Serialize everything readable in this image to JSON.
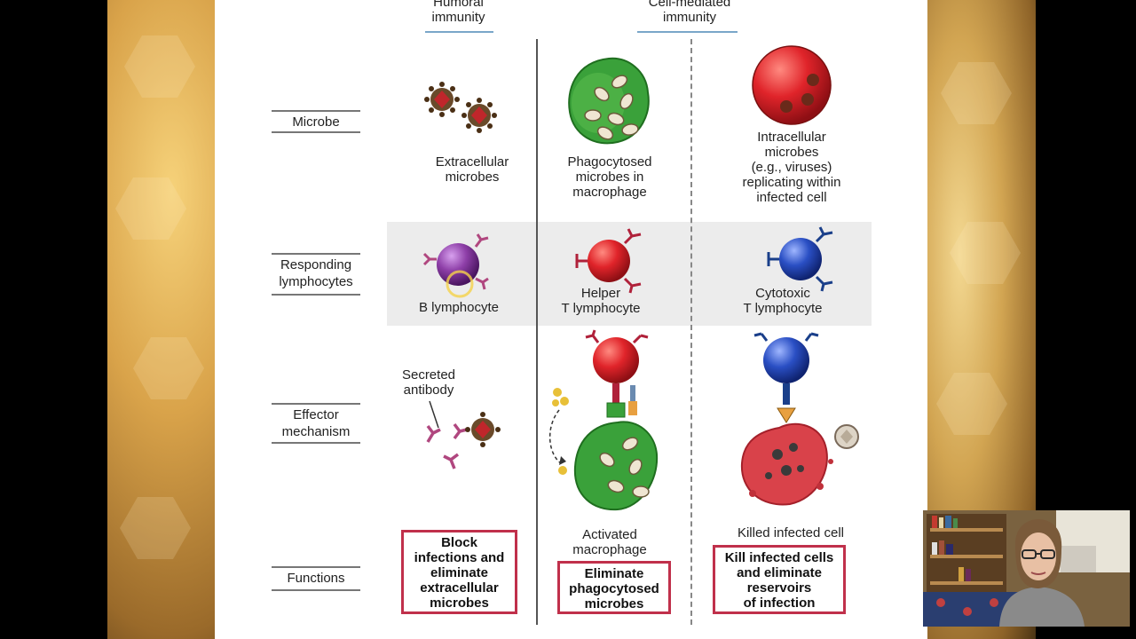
{
  "columns": {
    "humoral": "Humoral\nimmunity",
    "cell_mediated": "Cell-mediated\nimmunity"
  },
  "rows": {
    "microbe": "Microbe",
    "responding": "Responding\nlymphocytes",
    "effector": "Effector\nmechanism",
    "functions": "Functions"
  },
  "microbe_row": {
    "extracellular": "Extracellular\nmicrobes",
    "phagocytosed": "Phagocytosed\nmicrobes in\nmacrophage",
    "intracellular": "Intracellular\nmicrobes\n(e.g., viruses)\nreplicating within\ninfected cell"
  },
  "lymphocyte_row": {
    "b": "B lymphocyte",
    "helper": "Helper\nT lymphocyte",
    "cytotoxic": "Cytotoxic\nT lymphocyte"
  },
  "effector_row": {
    "secreted_antibody": "Secreted\nantibody",
    "activated_macrophage": "Activated\nmacrophage",
    "killed_cell": "Killed infected cell"
  },
  "functions_row": {
    "block": "Block\ninfections and\neliminate\nextracellular\nmicrobes",
    "eliminate": "Eliminate\nphagocytosed\nmicrobes",
    "kill": "Kill infected cells\nand eliminate\nreservoirs\nof infection"
  },
  "colors": {
    "function_border": "#c0304b",
    "b_cell": "#8e3fa8",
    "helper_t": "#d8262b",
    "cytotoxic_t": "#2a4fc4",
    "macrophage": "#3aa13a",
    "antibody": "#b0477f"
  }
}
